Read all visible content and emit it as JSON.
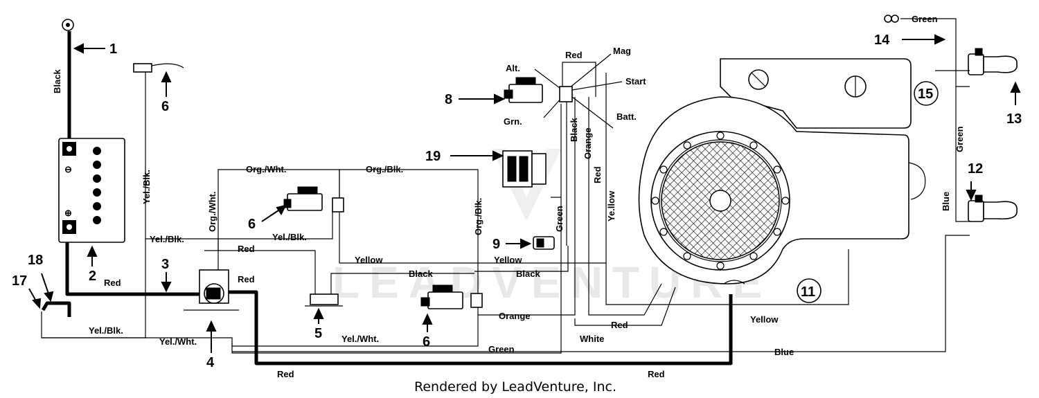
{
  "watermark": "LEADVENTURE",
  "credit": "Rendered by LeadVenture, Inc.",
  "callouts": {
    "n1": "1",
    "n2": "2",
    "n3": "3",
    "n4": "4",
    "n5": "5",
    "n6a": "6",
    "n6b": "6",
    "n6c": "6",
    "n8": "8",
    "n9": "9",
    "n11": "11",
    "n12": "12",
    "n13": "13",
    "n14": "14",
    "n15": "15",
    "n17": "17",
    "n18": "18",
    "n19": "19"
  },
  "wire_labels": {
    "black_cable": "Black",
    "red_battery": "Red",
    "yel_blk_vertical": "Yel./Blk.",
    "yel_blk_node": "Yel./Blk.",
    "yel_blk_mid": "Yel./Blk.",
    "yel_blk_bottom": "Yel./Blk.",
    "org_wht_top": "Org./Wht.",
    "org_wht_vertical": "Org./Wht.",
    "org_blk_top": "Org./Blk.",
    "org_blk_vertical": "Org./Blk.",
    "red_to_solenoid": "Red",
    "red_to_engine": "Red",
    "yellow_left": "Yellow",
    "yellow_right": "Yellow",
    "black_switch": "Black",
    "black_mid": "Black",
    "orange_vertical": "Orange",
    "orange_bottom": "Orange",
    "green_vertical": "Green",
    "green_bottom": "Green",
    "red_vertical": "Red",
    "red_engine": "Red",
    "yellow_vertical": "Ye.llow",
    "yellow_bottom": "Yellow",
    "white_bottom": "White",
    "yel_wht_bottom": "Yel./Wht.",
    "yel_wht_mid": "Yel./Wht.",
    "blue_vertical": "Blue",
    "blue_bottom": "Blue",
    "green_light": "Green",
    "green_top": "Green",
    "red_top_key": "Red",
    "red_bottom_left": "Red",
    "red_bottom_right": "Red"
  },
  "switch_terminals": {
    "mag": "Mag",
    "alt": "Alt.",
    "start": "Start",
    "grn": "Grn.",
    "batt": "Batt."
  },
  "battery_marks": {
    "negative": "⊖",
    "positive": "⊕"
  }
}
